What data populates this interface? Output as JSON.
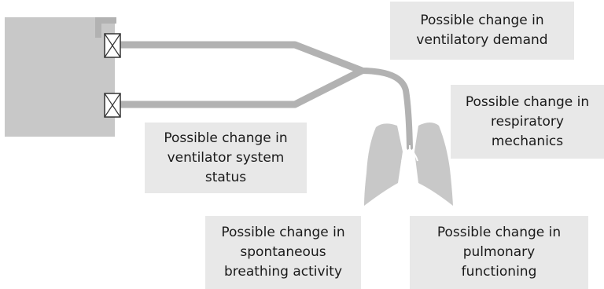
{
  "colors": {
    "device": "#c8c8c8",
    "tubing": "#b2b2b2",
    "lungs": "#c8c8c8",
    "label_box": "#e8e8e8",
    "text": "#1a1a1a"
  },
  "icons": [
    "ventilator-device-icon",
    "valve-icon",
    "breathing-tube-icon",
    "lungs-icon"
  ],
  "labels": {
    "demand": "Possible change in\nventilatory demand",
    "mechanics": "Possible change in\nrespiratory\nmechanics",
    "system": "Possible change in\nventilator system\nstatus",
    "breathing": "Possible change in\nspontaneous\nbreathing activity",
    "pulmonary": "Possible change in\npulmonary\nfunctioning"
  }
}
